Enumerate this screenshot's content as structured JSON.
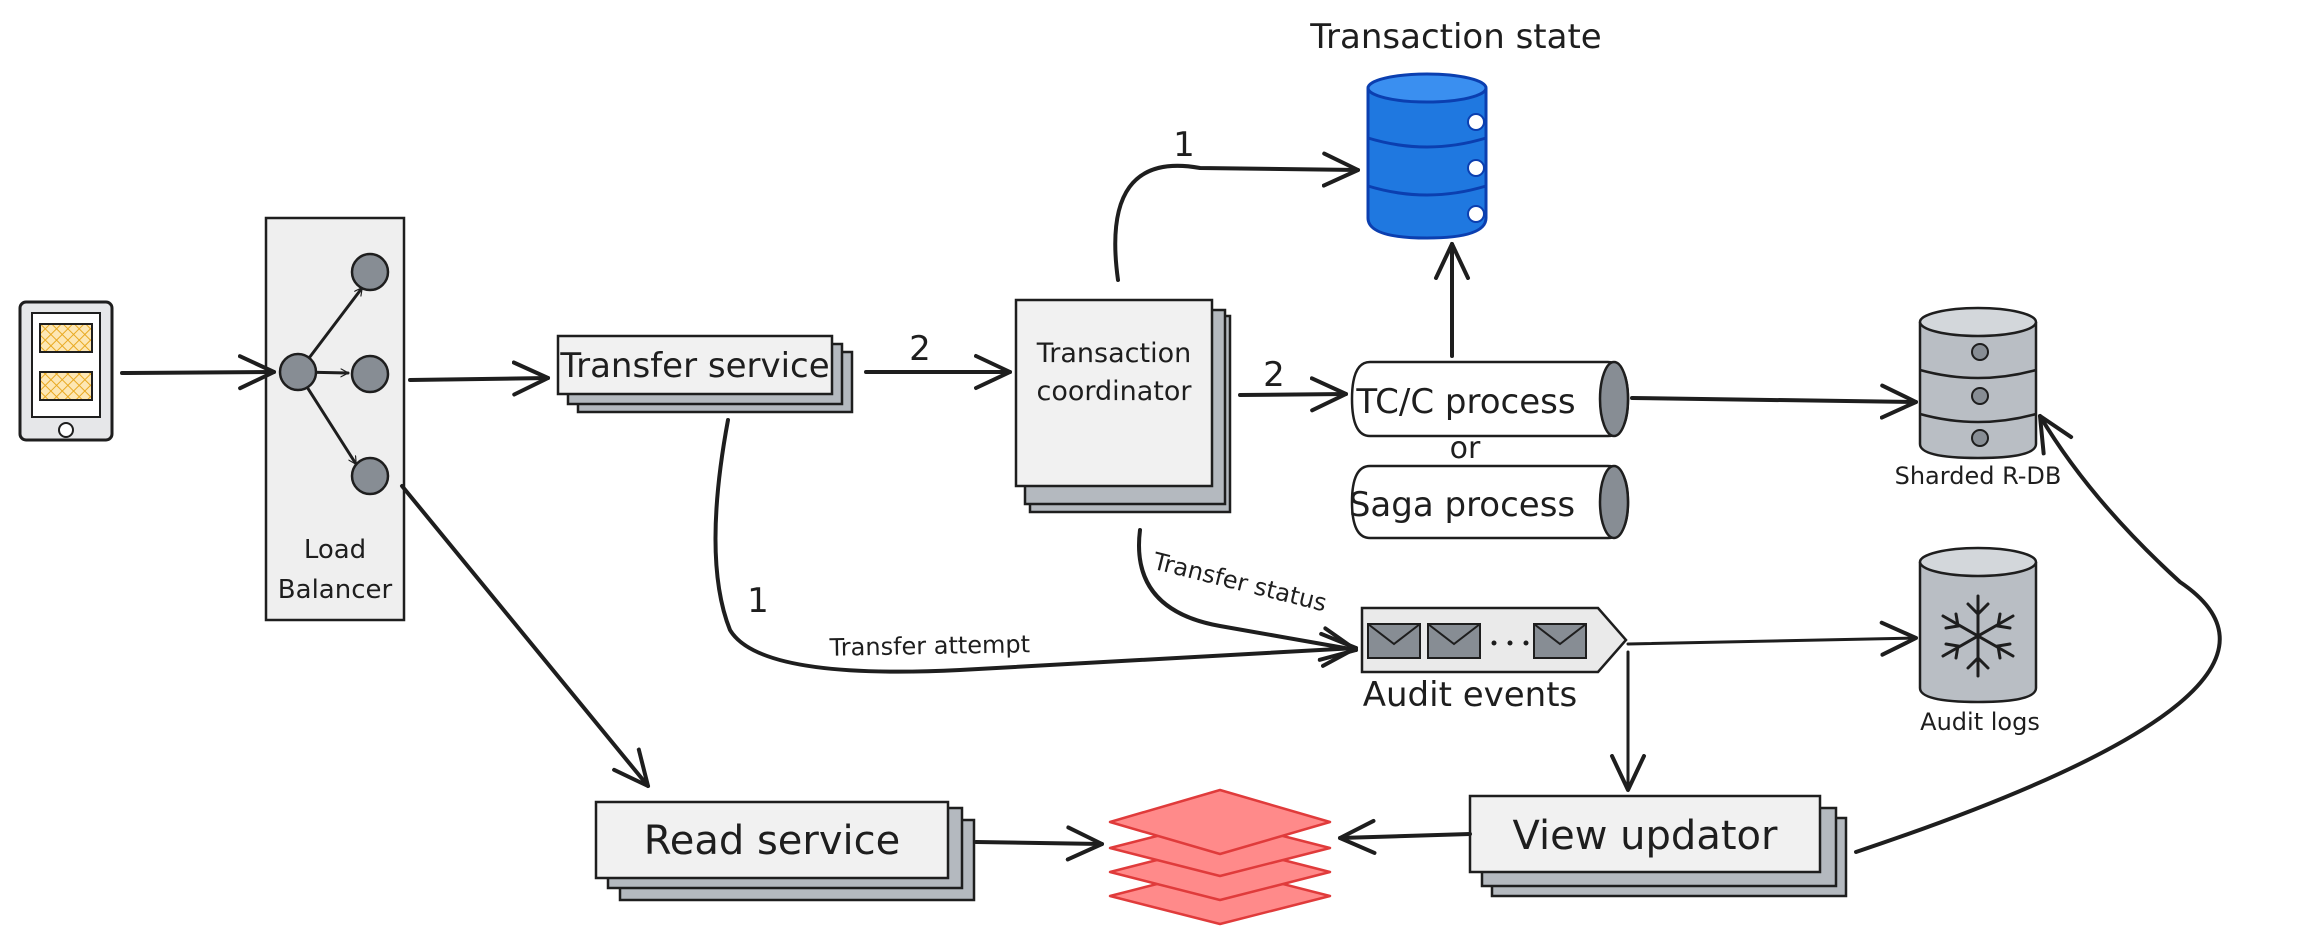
{
  "title": "Transaction state",
  "nodes": {
    "load_balancer": {
      "line1": "Load",
      "line2": "Balancer"
    },
    "transfer_service": "Transfer service",
    "transaction_coordinator": {
      "line1": "Transaction",
      "line2": "coordinator"
    },
    "tcc_process": "TC/C process",
    "or_label": "or",
    "saga_process": "Saga process",
    "sharded_rdb": "Sharded R-DB",
    "audit_events": "Audit events",
    "audit_logs": "Audit logs",
    "read_service": "Read service",
    "view_updator": "View updator"
  },
  "edge_labels": {
    "to_state": "1",
    "ts_to_tc": "2",
    "tc_to_proc": "2",
    "ts_to_audit": "1",
    "transfer_attempt": "Transfer attempt",
    "transfer_status": "Transfer status"
  },
  "colors": {
    "db_blue": "#1f78e0",
    "cache_red": "#ff8a8a",
    "sticky_yellow": "#f7c244",
    "node_gray": "#878d94",
    "db_gray": "#b9bec4"
  }
}
